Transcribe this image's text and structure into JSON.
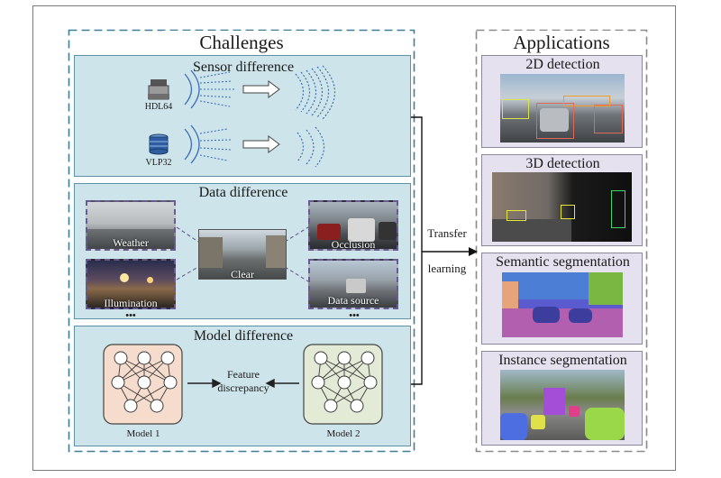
{
  "challenges": {
    "title": "Challenges",
    "sensor": {
      "title": "Sensor difference",
      "sensor_a": "HDL64",
      "sensor_b": "VLP32"
    },
    "data": {
      "title": "Data difference",
      "conditions": [
        "Weather",
        "Illumination",
        "Clear",
        "Occlusion",
        "Data source"
      ],
      "ellipsis": "•••"
    },
    "model": {
      "title": "Model difference",
      "model_a": "Model 1",
      "model_b": "Model 2",
      "discrepancy_line1": "Feature",
      "discrepancy_line2": "discrepancy"
    }
  },
  "transfer": {
    "line1": "Transfer",
    "line2": "learning"
  },
  "applications": {
    "title": "Applications",
    "items": [
      "2D detection",
      "3D detection",
      "Semantic segmentation",
      "Instance segmentation"
    ]
  },
  "colors": {
    "challenge_border": "#3f7f96",
    "panel_fill": "#cde4ea",
    "app_fill": "#e5e1ee",
    "model1_fill": "#f6dccd",
    "model2_fill": "#e3ead6",
    "network_stroke": "#3a3a3a"
  },
  "icons": [
    "lidar-hdl64-icon",
    "lidar-vlp32-icon",
    "signal-waves-icon",
    "arrow-right-icon",
    "neural-network-icon"
  ]
}
